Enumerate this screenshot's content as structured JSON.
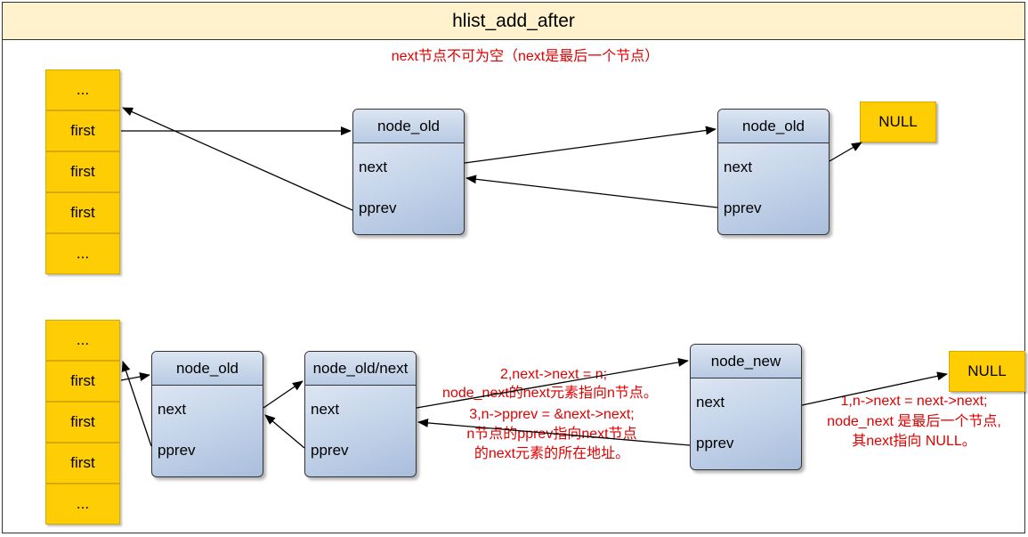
{
  "title": "hlist_add_after",
  "top": {
    "note": "next节点不可为空（next是最后一个节点）",
    "buckets": [
      "...",
      "first",
      "first",
      "first",
      "..."
    ],
    "node1": {
      "name": "node_old",
      "next": "next",
      "pprev": "pprev"
    },
    "node2": {
      "name": "node_old",
      "next": "next",
      "pprev": "pprev"
    },
    "null_label": "NULL"
  },
  "bottom": {
    "buckets": [
      "...",
      "first",
      "first",
      "first",
      "..."
    ],
    "node1": {
      "name": "node_old",
      "next": "next",
      "pprev": "pprev"
    },
    "node2": {
      "name": "node_old/next",
      "next": "next",
      "pprev": "pprev"
    },
    "node3": {
      "name": "node_new",
      "next": "next",
      "pprev": "pprev"
    },
    "null_label": "NULL",
    "note_step2_line1": "2,next->next = n;",
    "note_step2_line2": "node_next的next元素指向n节点。",
    "note_step3_line1": "3,n->pprev = &next->next;",
    "note_step3_line2": "n节点的pprev指向next节点",
    "note_step3_line3": "的next元素的所在地址。",
    "note_step1_line1": "1,n->next = next->next;",
    "note_step1_line2": "node_next 是最后一个节点,",
    "note_step1_line3": "其next指向 NULL。"
  },
  "colors": {
    "bucket": "#ffcd04",
    "node": "#c6d5ea",
    "title_bar": "#fff2cc",
    "note_text": "#e00000"
  }
}
